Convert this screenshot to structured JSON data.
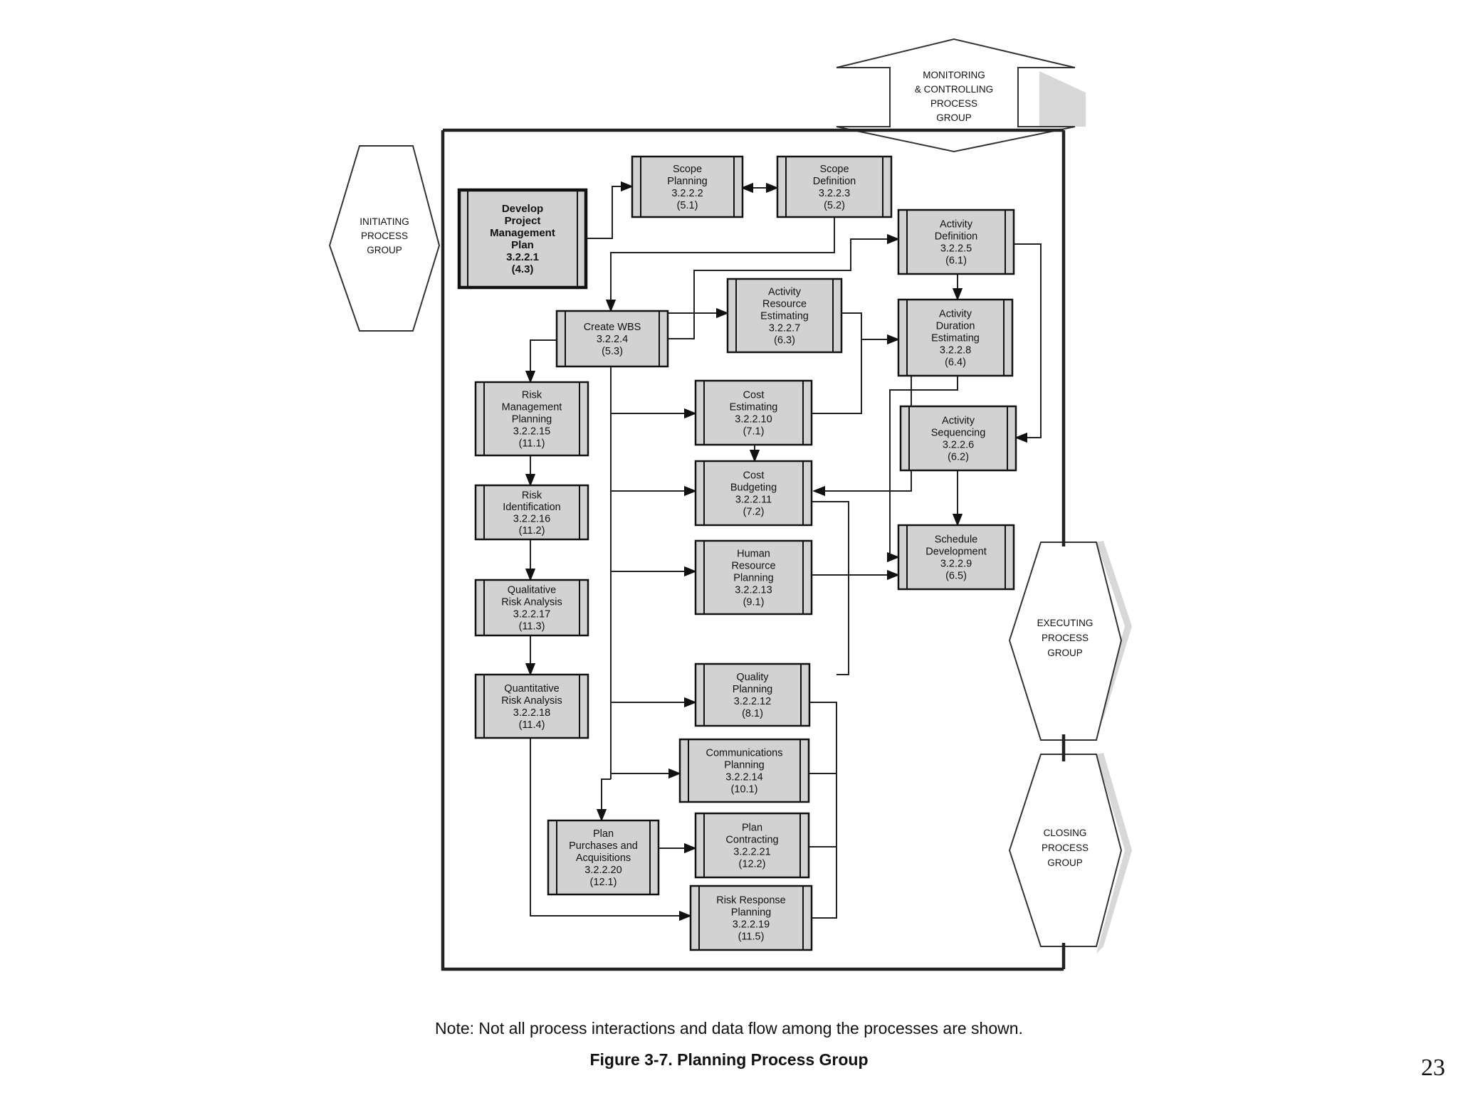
{
  "diagram": {
    "groups": {
      "initiating": [
        "INITIATING",
        "PROCESS",
        "GROUP"
      ],
      "monitoring": [
        "MONITORING",
        "& CONTROLLING",
        "PROCESS",
        "GROUP"
      ],
      "executing": [
        "EXECUTING",
        "PROCESS",
        "GROUP"
      ],
      "closing": [
        "CLOSING",
        "PROCESS",
        "GROUP"
      ]
    },
    "processes": {
      "develop_pmp": [
        "Develop",
        "Project",
        "Management",
        "Plan",
        "3.2.2.1",
        "(4.3)"
      ],
      "scope_planning": [
        "Scope",
        "Planning",
        "3.2.2.2",
        "(5.1)"
      ],
      "scope_definition": [
        "Scope",
        "Definition",
        "3.2.2.3",
        "(5.2)"
      ],
      "activity_definition": [
        "Activity",
        "Definition",
        "3.2.2.5",
        "(6.1)"
      ],
      "create_wbs": [
        "Create WBS",
        "3.2.2.4",
        "(5.3)"
      ],
      "activity_resource_estimating": [
        "Activity",
        "Resource",
        "Estimating",
        "3.2.2.7",
        "(6.3)"
      ],
      "activity_duration_estimating": [
        "Activity",
        "Duration",
        "Estimating",
        "3.2.2.8",
        "(6.4)"
      ],
      "risk_management_planning": [
        "Risk",
        "Management",
        "Planning",
        "3.2.2.15",
        "(11.1)"
      ],
      "cost_estimating": [
        "Cost",
        "Estimating",
        "3.2.2.10",
        "(7.1)"
      ],
      "activity_sequencing": [
        "Activity",
        "Sequencing",
        "3.2.2.6",
        "(6.2)"
      ],
      "risk_identification": [
        "Risk",
        "Identification",
        "3.2.2.16",
        "(11.2)"
      ],
      "cost_budgeting": [
        "Cost",
        "Budgeting",
        "3.2.2.11",
        "(7.2)"
      ],
      "schedule_development": [
        "Schedule",
        "Development",
        "3.2.2.9",
        "(6.5)"
      ],
      "human_resource_planning": [
        "Human",
        "Resource",
        "Planning",
        "3.2.2.13",
        "(9.1)"
      ],
      "qualitative_risk_analysis": [
        "Qualitative",
        "Risk Analysis",
        "3.2.2.17",
        "(11.3)"
      ],
      "quantitative_risk_analysis": [
        "Quantitative",
        "Risk Analysis",
        "3.2.2.18",
        "(11.4)"
      ],
      "quality_planning": [
        "Quality",
        "Planning",
        "3.2.2.12",
        "(8.1)"
      ],
      "communications_planning": [
        "Communications",
        "Planning",
        "3.2.2.14",
        "(10.1)"
      ],
      "plan_purchases": [
        "Plan",
        "Purchases and",
        "Acquisitions",
        "3.2.2.20",
        "(12.1)"
      ],
      "plan_contracting": [
        "Plan",
        "Contracting",
        "3.2.2.21",
        "(12.2)"
      ],
      "risk_response_planning": [
        "Risk Response",
        "Planning",
        "3.2.2.19",
        "(11.5)"
      ]
    }
  },
  "note": "Note: Not all process interactions and data flow among the processes are shown.",
  "caption": "Figure 3-7. Planning Process Group",
  "page_number": "23"
}
